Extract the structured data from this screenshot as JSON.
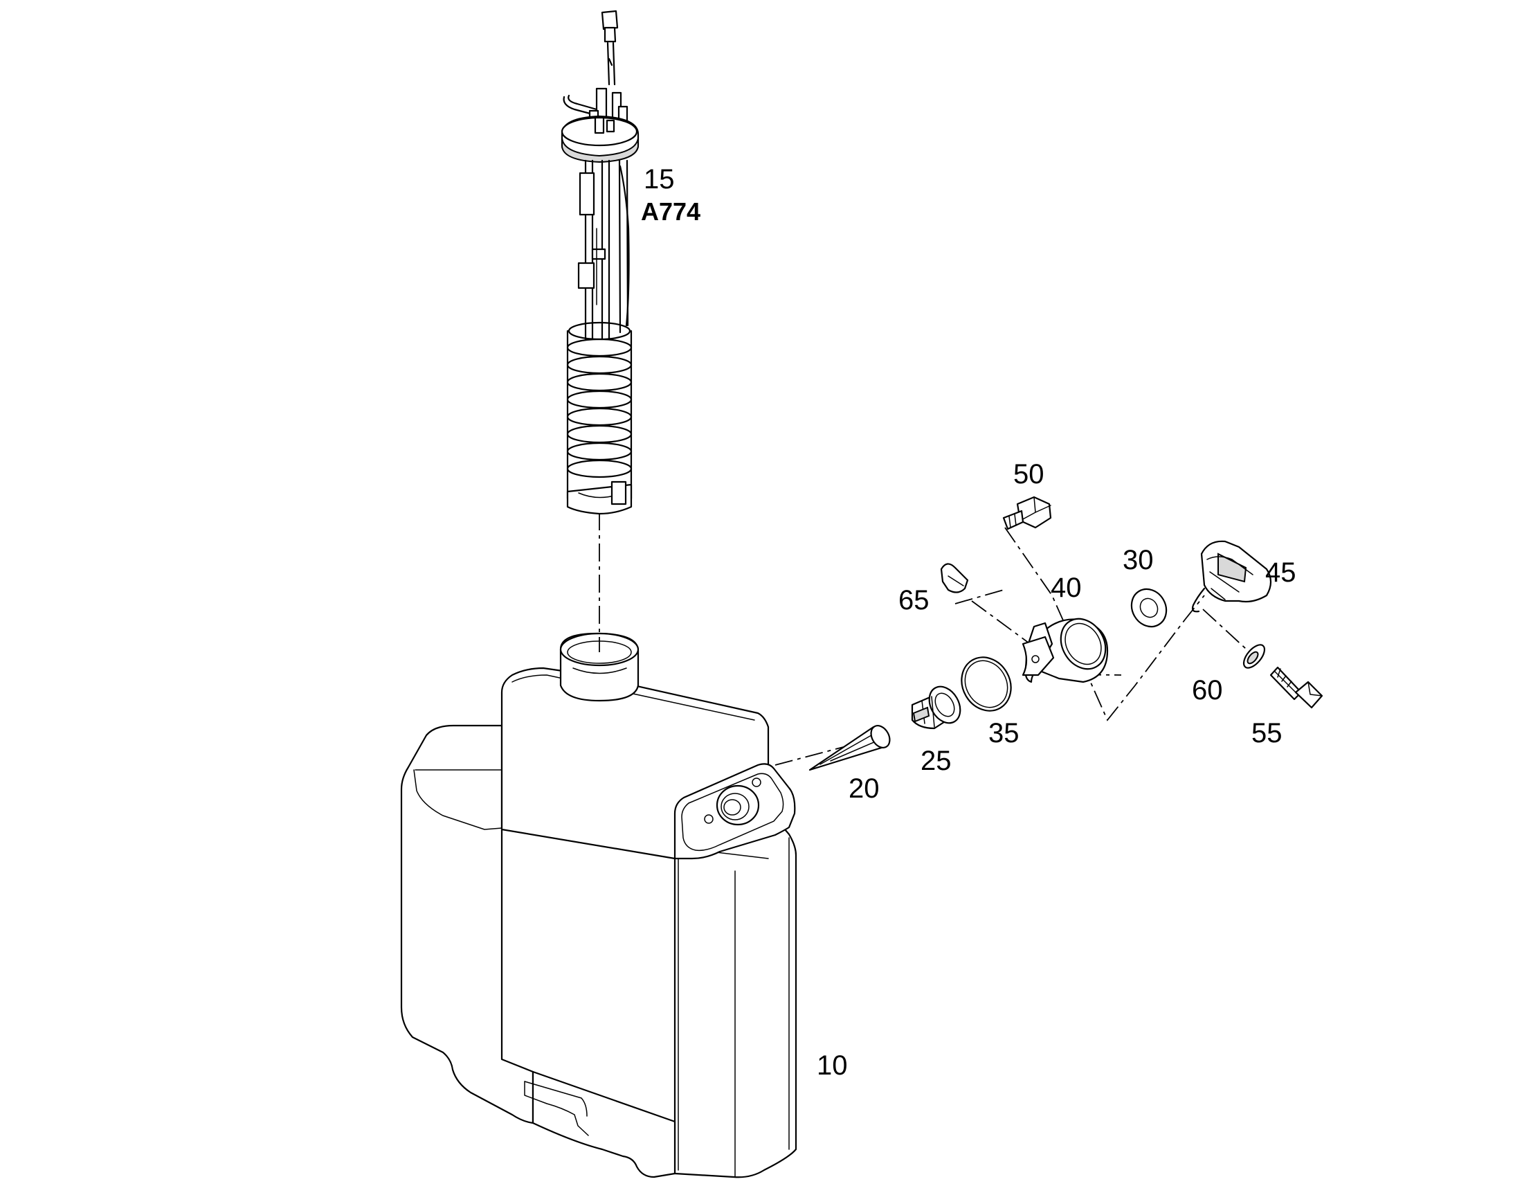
{
  "callouts": {
    "c10": "10",
    "c15": "15",
    "c15_ref": "A774",
    "c20": "20",
    "c25": "25",
    "c30": "30",
    "c35": "35",
    "c40": "40",
    "c45": "45",
    "c50": "50",
    "c55": "55",
    "c60": "60",
    "c65": "65"
  },
  "colors": {
    "line": "#000000",
    "background": "#ffffff",
    "shade": "#d9d9d9"
  }
}
